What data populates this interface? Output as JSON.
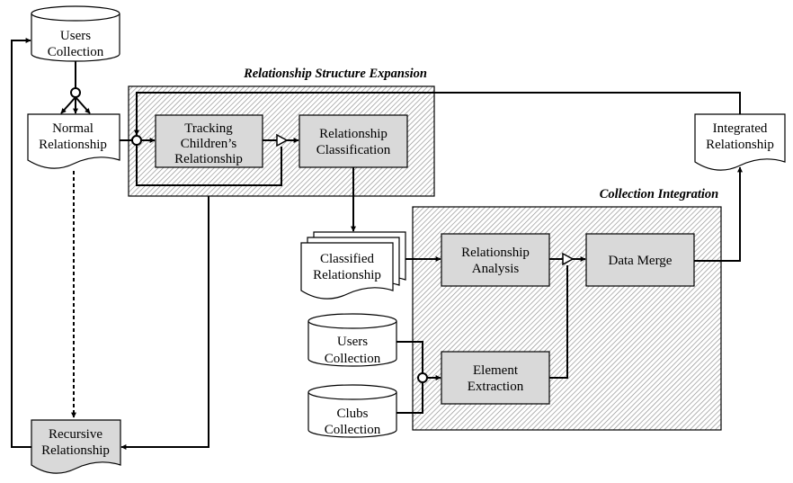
{
  "groups": {
    "expansion_title": "Relationship Structure Expansion",
    "integration_title": "Collection Integration"
  },
  "nodes": {
    "users_top": [
      "Users",
      "Collection"
    ],
    "normal": [
      "Normal",
      "Relationship"
    ],
    "recursive": [
      "Recursive",
      "Relationship"
    ],
    "tracking": [
      "Tracking",
      "Children’s",
      "Relationship"
    ],
    "classification": [
      "Relationship",
      "Classification"
    ],
    "integrated": [
      "Integrated",
      "Relationship"
    ],
    "classified": [
      "Classified",
      "Relationship"
    ],
    "analysis": [
      "Relationship",
      "Analysis"
    ],
    "merge": [
      "Data Merge"
    ],
    "users_bottom": [
      "Users",
      "Collection"
    ],
    "clubs": [
      "Clubs",
      "Collection"
    ],
    "extraction": [
      "Element",
      "Extraction"
    ]
  },
  "colors": {
    "process_fill": "#d9d9d9",
    "group_hatch": "#8c8c8c",
    "line": "#000000"
  }
}
